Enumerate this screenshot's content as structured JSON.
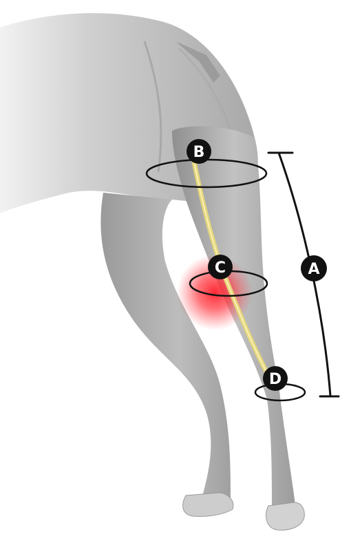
{
  "diagram": {
    "markers": {
      "a": {
        "label": "A"
      },
      "b": {
        "label": "B"
      },
      "c": {
        "label": "C"
      },
      "d": {
        "label": "D"
      }
    },
    "colors": {
      "background": "#ffffff",
      "skin": "#b9b9b9",
      "tendon": "#e6d77a",
      "injury": "#e8202a",
      "marker_fill": "#111111",
      "marker_text": "#ffffff",
      "outline": "#111111"
    }
  }
}
